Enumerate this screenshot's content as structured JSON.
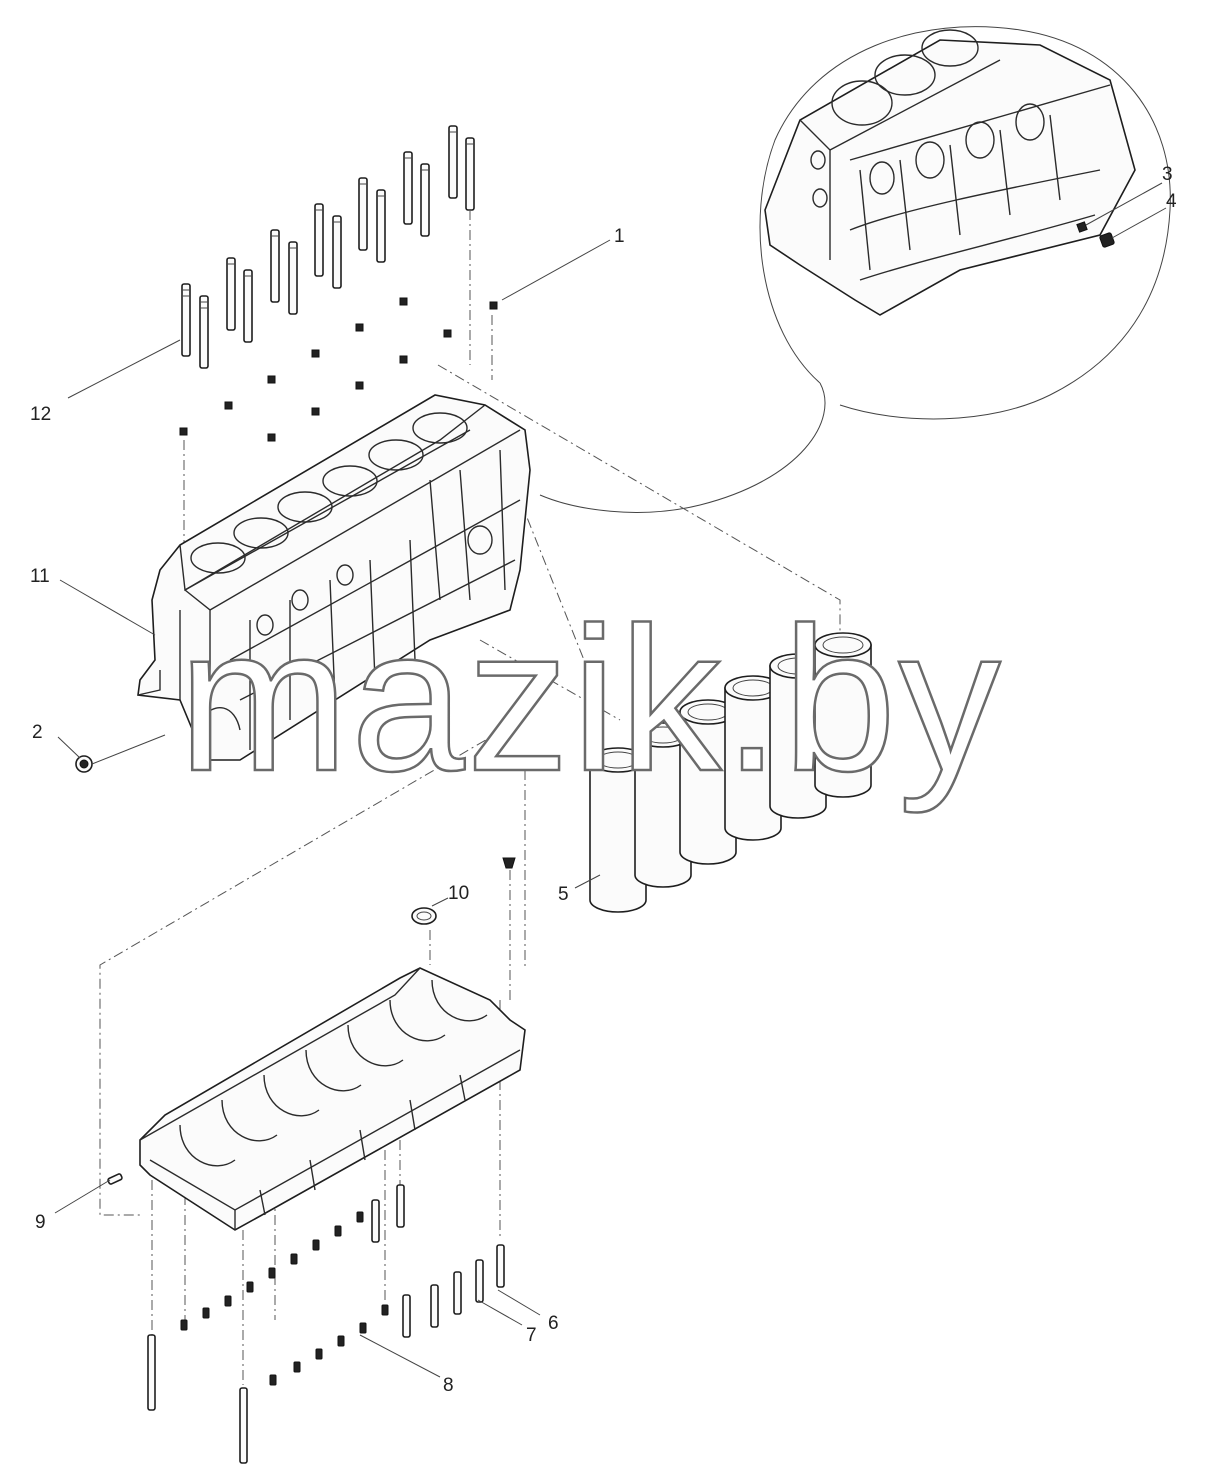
{
  "watermark": "mazik.by",
  "callouts": [
    "1",
    "2",
    "3",
    "4",
    "5",
    "6",
    "7",
    "8",
    "9",
    "10",
    "11",
    "12"
  ]
}
